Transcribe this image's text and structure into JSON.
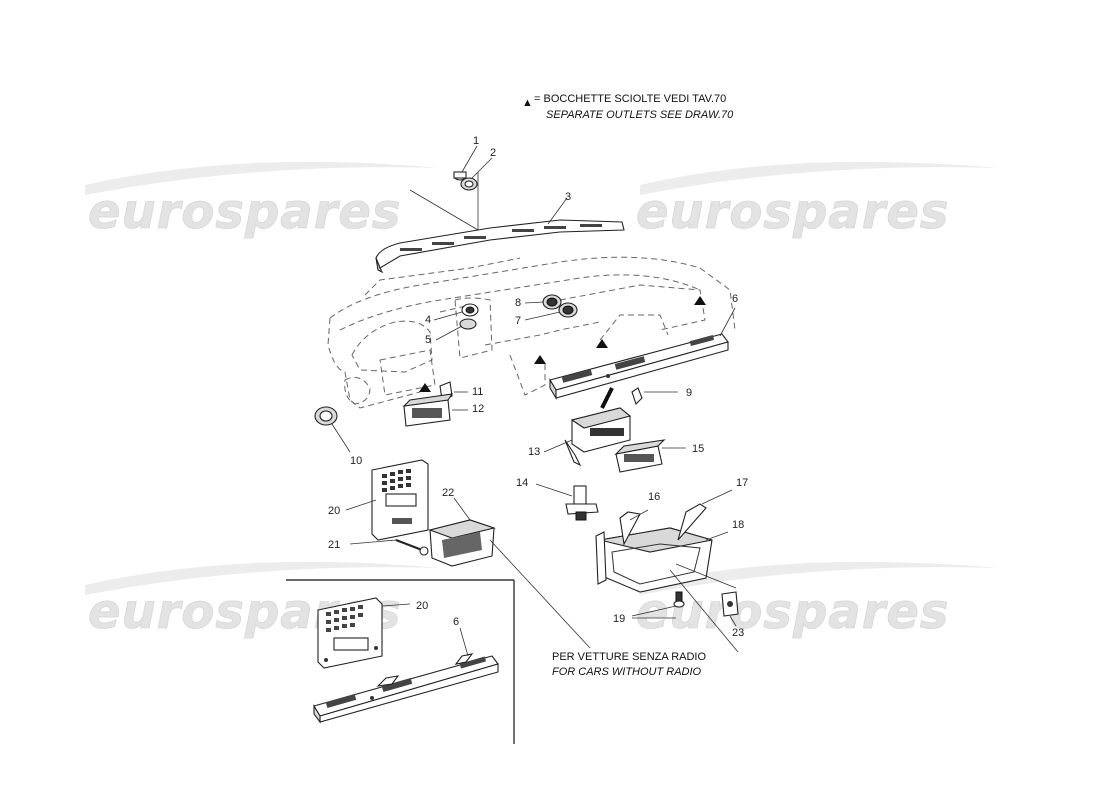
{
  "legend": {
    "symbol": "▲",
    "line1": "= BOCCHETTE SCIOLTE VEDI TAV.70",
    "line2": "SEPARATE OUTLETS SEE DRAW.70"
  },
  "note": {
    "line1": "PER VETTURE SENZA RADIO",
    "line2": "FOR CARS WITHOUT RADIO"
  },
  "watermark": "eurospares",
  "callouts": {
    "c1": "1",
    "c2": "2",
    "c3": "3",
    "c4": "4",
    "c5": "5",
    "c6": "6",
    "c7": "7",
    "c8": "8",
    "c9": "9",
    "c10": "10",
    "c11": "11",
    "c12": "12",
    "c13": "13",
    "c14": "14",
    "c15": "15",
    "c16": "16",
    "c17": "17",
    "c18": "18",
    "c19": "19",
    "c20": "20",
    "c21": "21",
    "c22": "22",
    "c23": "23",
    "c20b": "20",
    "c6b": "6"
  }
}
